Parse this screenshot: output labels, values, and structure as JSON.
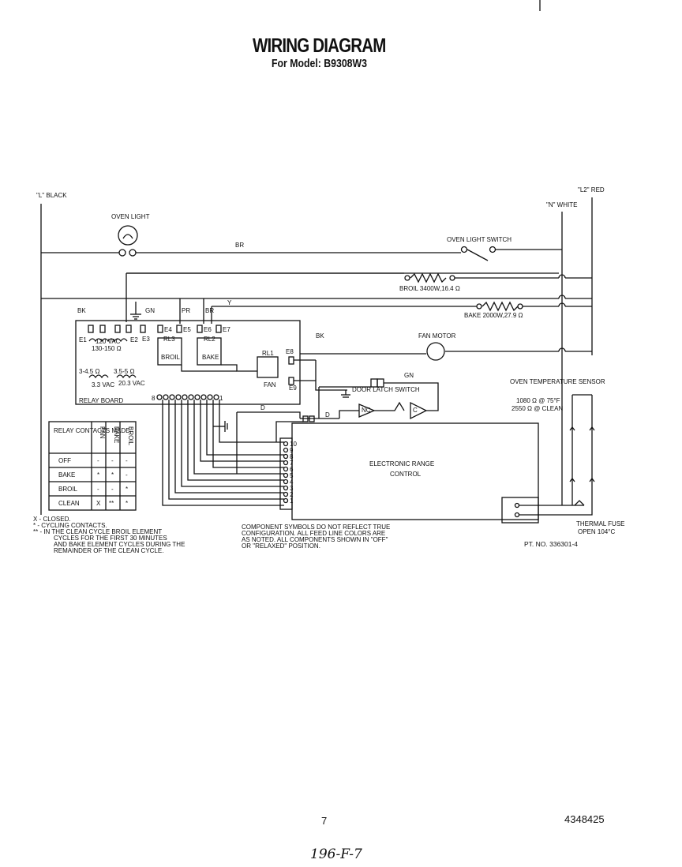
{
  "header": {
    "title": "WIRING DIAGRAM",
    "subtitle": "For Model: B9308W3"
  },
  "labels": {
    "l1": "\"L\" BLACK",
    "l2": "\"L2\" RED",
    "n": "\"N\" WHITE",
    "oven_light": "OVEN LIGHT",
    "oven_light_switch": "OVEN LIGHT SWITCH",
    "br1": "BR",
    "br2": "BR",
    "broil": "BROIL 3400W,16.4 Ω",
    "bake": "BAKE 2000W,27.9 Ω",
    "bk1": "BK",
    "bk2": "BK",
    "gn1": "GN",
    "gn2": "GN",
    "pr": "PR",
    "y": "Y",
    "d1": "D",
    "d2": "D",
    "fan_motor": "FAN MOTOR",
    "door_latch_switch": "DOOR LATCH SWITCH",
    "nc": "NC",
    "c": "C",
    "e1": "E1",
    "e2": "E2",
    "e3": "E3",
    "e4": "E4",
    "e5": "E5",
    "e6": "E6",
    "e7": "E7",
    "e8": "E8",
    "e9": "E9",
    "vac120": "120 VAC",
    "ohm": "130-150 Ω",
    "ohm2": "3-4.5 Ω",
    "ohm3": "3.5-5 Ω",
    "vac1": "3.3 VAC",
    "vac2": "20.3 VAC",
    "rl3": "RL3",
    "rl2": "RL2",
    "rl1": "RL1",
    "broil_relay": "BROIL",
    "bake_relay": "BAKE",
    "fan_relay": "FAN",
    "relay_board": "RELAY BOARD",
    "pin8": "8",
    "pin1": "1",
    "ctrl1": "ELECTRONIC RANGE",
    "ctrl2": "CONTROL",
    "sensor": "OVEN TEMPERATURE SENSOR",
    "sensor1": "1080 Ω @ 75°F",
    "sensor2": "2550 Ω @ CLEAN",
    "fuse1": "THERMAL FUSE",
    "fuse2": "OPEN 104°C",
    "pt_no": "PT. NO. 336301-4"
  },
  "connector_pins": [
    "10",
    "9",
    "8",
    "7",
    "6",
    "5",
    "4",
    "3",
    "2",
    "1"
  ],
  "relay_table": {
    "header": [
      "RELAY CONTACTS MADE",
      "FAN",
      "BAKE",
      "BROIL"
    ],
    "rows": [
      [
        "OFF",
        "-",
        "-",
        "-"
      ],
      [
        "BAKE",
        "*",
        "*",
        "-"
      ],
      [
        "BROIL",
        "-",
        "-",
        "*"
      ],
      [
        "CLEAN",
        "X",
        "**",
        "*"
      ]
    ]
  },
  "legend": [
    "X - CLOSED.",
    "* - CYCLING CONTACTS.",
    "** - IN THE CLEAN CYCLE BROIL ELEMENT",
    "CYCLES FOR THE FIRST 30 MINUTES",
    "AND BAKE ELEMENT CYCLES DURING THE",
    "REMAINDER OF THE CLEAN CYCLE."
  ],
  "note": [
    "COMPONENT SYMBOLS DO NOT REFLECT TRUE",
    "CONFIGURATION. ALL FEED LINE COLORS ARE",
    "AS NOTED. ALL COMPONENTS SHOWN IN \"OFF\"",
    "OR \"RELAXED\" POSITION."
  ],
  "footer": {
    "page": "7",
    "doc_no": "4348425",
    "handwritten": "196-F-7"
  }
}
